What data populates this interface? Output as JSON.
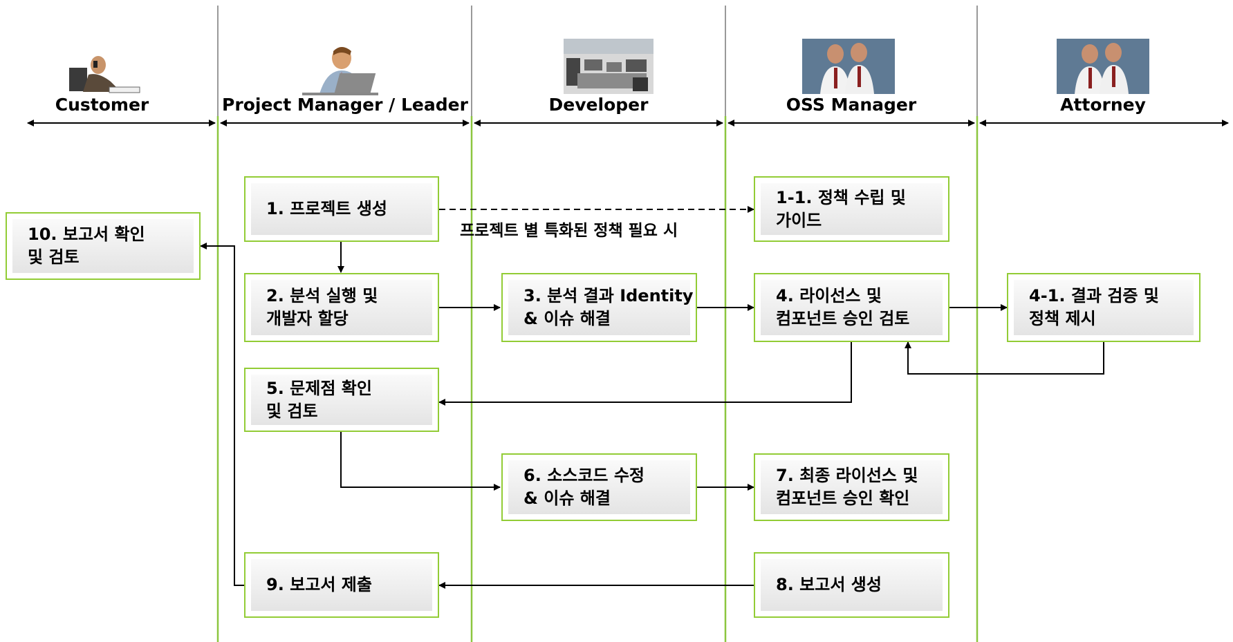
{
  "lanes": [
    {
      "title": "Customer",
      "figure": "business-man-phone-icon"
    },
    {
      "title": "Project Manager / Leader",
      "figure": "man-at-laptop-icon"
    },
    {
      "title": "Developer",
      "figure": "office-room-photo"
    },
    {
      "title": "OSS Manager",
      "figure": "two-men-photo"
    },
    {
      "title": "Attorney",
      "figure": "two-men-photo"
    }
  ],
  "steps": {
    "s1": "1. 프로젝트 생성",
    "s1_1": "1-1. 정책 수립 및\n가이드",
    "s2": "2. 분석 실행 및\n개발자 할당",
    "s3": "3. 분석 결과 Identity\n& 이슈 해결",
    "s4": "4. 라이선스 및\n컴포넌트 승인 검토",
    "s4_1": "4-1. 결과 검증 및\n정책 제시",
    "s5": "5. 문제점 확인\n및 검토",
    "s6": "6. 소스코드 수정\n& 이슈 해결",
    "s7": "7. 최종 라이선스 및\n컴포넌트 승인 확인",
    "s8": "8. 보고서 생성",
    "s9": "9. 보고서 제출",
    "s10": "10. 보고서 확인\n및 검토"
  },
  "notes": {
    "policy_condition": "프로젝트 별 특화된 정책 필요 시"
  },
  "colors": {
    "lane_line": "#8cc63f",
    "box_border": "#92cc35",
    "arrow": "#000000",
    "divider": "#999999"
  }
}
